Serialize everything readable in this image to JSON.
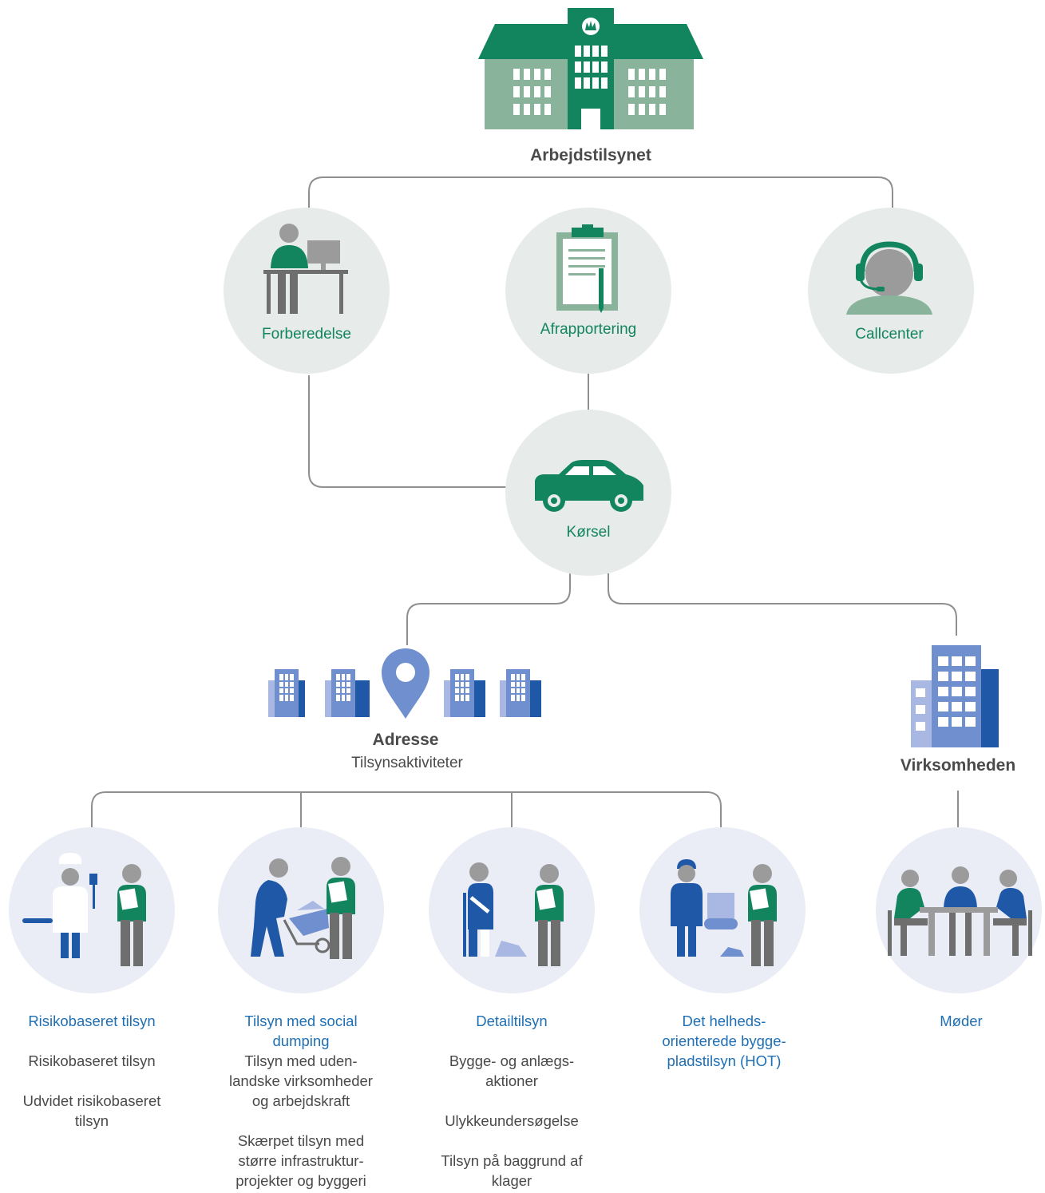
{
  "top": {
    "title": "Arbejdstilsynet"
  },
  "nodes": {
    "forberedelse": "Forberedelse",
    "afrapportering": "Afrapportering",
    "callcenter": "Callcenter",
    "korsel": "Kørsel"
  },
  "adresse": {
    "title": "Adresse",
    "subtitle": "Tilsynsaktiviteter"
  },
  "virksomheden": {
    "title": "Virksomheden"
  },
  "activities": [
    {
      "title_lines": [
        "Risikobaseret tilsyn"
      ],
      "items": [
        [
          "Risikobaseret tilsyn"
        ],
        [
          "Udvidet risikobaseret",
          "tilsyn"
        ]
      ]
    },
    {
      "title_lines": [
        "Tilsyn med social",
        "dumping"
      ],
      "items": [
        [
          "Tilsyn med uden-",
          "landske virksomheder",
          "og arbejdskraft"
        ],
        [
          "Skærpet tilsyn med",
          "større infrastruktur-",
          "projekter og byggeri"
        ]
      ]
    },
    {
      "title_lines": [
        "Detailtilsyn"
      ],
      "items": [
        [
          "Bygge- og anlægs-",
          "aktioner"
        ],
        [
          "Ulykkeundersøgelse"
        ],
        [
          "Tilsyn på baggrund af",
          "klager"
        ]
      ]
    },
    {
      "title_lines": [
        "Det helheds-",
        "orienterede bygge-",
        "pladstilsyn (HOT)"
      ],
      "items": []
    },
    {
      "title_lines": [
        "Møder"
      ],
      "items": []
    }
  ],
  "colors": {
    "green": "#12855f",
    "green_light": "#8ab39b",
    "grey": "#9b9b9b",
    "grey_dark": "#6e6e6e",
    "circle_green": "#e7ecea",
    "circle_blue": "#ebedf6",
    "blue_dark": "#2058a8",
    "blue_mid": "#6f8fcf",
    "blue_light": "#a9b8e3",
    "line": "#8f8f8f"
  },
  "icons": [
    "building-icon",
    "desk-worker-icon",
    "clipboard-icon",
    "headset-icon",
    "car-icon",
    "location-pin-icon",
    "office-tower-icon",
    "chef-icon",
    "wheelbarrow-worker-icon",
    "injured-worker-icon",
    "construction-worker-icon",
    "meeting-icon"
  ]
}
